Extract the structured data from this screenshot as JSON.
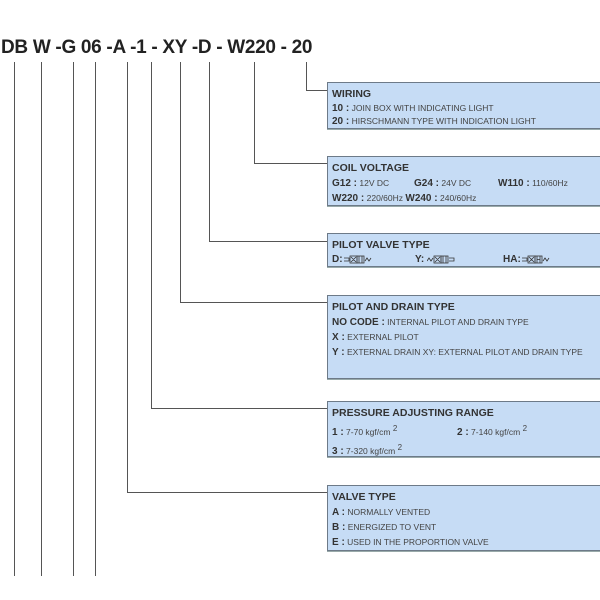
{
  "model_code": "DB W -G 06 -A -1 - XY -D - W220 - 20",
  "sections": {
    "wiring": {
      "title": "WIRING",
      "items": [
        {
          "code": "10 :",
          "desc": "JOIN BOX WITH INDICATING LIGHT"
        },
        {
          "code": "20 :",
          "desc": "HIRSCHMANN TYPE WITH INDICATION LIGHT"
        }
      ]
    },
    "coil_voltage": {
      "title": "COIL VOLTAGE",
      "items": [
        {
          "code": "G12 :",
          "desc": "12V DC"
        },
        {
          "code": "G24 :",
          "desc": "24V DC"
        },
        {
          "code": "W110 :",
          "desc": "110/60Hz"
        },
        {
          "code": "W220 :",
          "desc": "220/60Hz"
        },
        {
          "code": "W240 :",
          "desc": "240/60Hz"
        }
      ]
    },
    "pilot_valve": {
      "title": "PILOT VALVE TYPE",
      "items": [
        {
          "code": "D:"
        },
        {
          "code": "Y:"
        },
        {
          "code": "HA:"
        }
      ]
    },
    "pilot_drain": {
      "title": "PILOT AND DRAIN TYPE",
      "items": [
        {
          "code": "NO CODE :",
          "desc": "INTERNAL PILOT AND DRAIN TYPE"
        },
        {
          "code": "X :",
          "desc": "EXTERNAL PILOT"
        },
        {
          "code": "Y :",
          "desc": "EXTERNAL DRAIN  XY: EXTERNAL PILOT AND DRAIN TYPE"
        }
      ]
    },
    "pressure": {
      "title": "PRESSURE ADJUSTING RANGE",
      "items": [
        {
          "code": "1 :",
          "desc": "7-70 kgf/cm",
          "sup": "2"
        },
        {
          "code": "2 :",
          "desc": "7-140 kgf/cm",
          "sup": "2"
        },
        {
          "code": "3 :",
          "desc": "7-320 kgf/cm",
          "sup": "2"
        }
      ]
    },
    "valve_type": {
      "title": "VALVE TYPE",
      "items": [
        {
          "code": "A :",
          "desc": "NORMALLY VENTED"
        },
        {
          "code": "B :",
          "desc": "ENERGIZED TO VENT"
        },
        {
          "code": "E :",
          "desc": "USED IN THE PROPORTION VALVE"
        }
      ]
    }
  },
  "colors": {
    "box": "#c6dcf5",
    "line": "#555555"
  }
}
